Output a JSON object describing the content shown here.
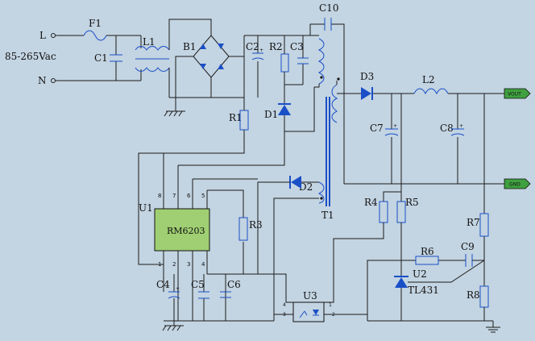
{
  "labels": {
    "L": "L",
    "N": "N",
    "input_range": "85-265Vac",
    "F1": "F1",
    "C1": "C1",
    "L1": "L1",
    "B1": "B1",
    "C2": "C2",
    "R2": "R2",
    "C3": "C3",
    "C10": "C10",
    "R1": "R1",
    "D1": "D1",
    "D2": "D2",
    "T1": "T1",
    "D3": "D3",
    "L2": "L2",
    "C7": "C7",
    "C8": "C8",
    "U1": "U1",
    "RM6203": "RM6203",
    "R3": "R3",
    "C4": "C4",
    "C5": "C5",
    "C6": "C6",
    "U3": "U3",
    "R4": "R4",
    "R5": "R5",
    "R6": "R6",
    "C9": "C9",
    "U2": "U2",
    "TL431": "TL431",
    "R7": "R7",
    "R8": "R8"
  },
  "ports": {
    "vout": "VOUT",
    "gnd": "GND"
  },
  "pins": {
    "u1_8": "8",
    "u1_7": "7",
    "u1_6": "6",
    "u1_5": "5",
    "u1_1": "1",
    "u1_2": "2",
    "u1_3": "3",
    "u1_4": "4",
    "u3_1": "1",
    "u3_2": "2",
    "u3_3": "3",
    "u3_4": "4"
  },
  "colors": {
    "background": "#c3d4e2",
    "wire": "#1b1b1b",
    "component": "#1a4fc7",
    "ic_fill": "#9fcf72",
    "port_fill": "#3fa03f"
  }
}
